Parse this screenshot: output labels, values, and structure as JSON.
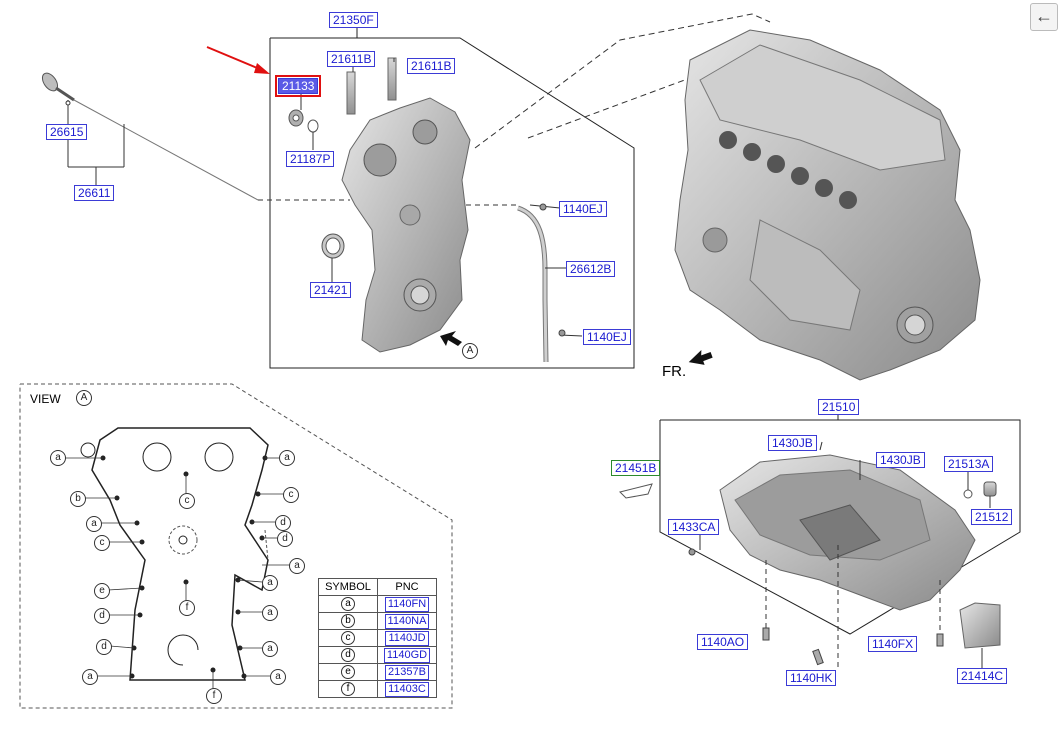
{
  "header": {
    "back_icon": "back-arrow-icon",
    "back_glyph": "←"
  },
  "colors": {
    "label_blue": "#1a1ad0",
    "label_border": "#3b3bd6",
    "highlight": "#5a5ae6",
    "red": "#e01010",
    "green": "#2c8a2c"
  },
  "parts": {
    "p21350F": "21350F",
    "p21611B_a": "21611B",
    "p21611B_b": "21611B",
    "p21133": "21133",
    "p21187P": "21187P",
    "p26615": "26615",
    "p26611": "26611",
    "p1140EJ_a": "1140EJ",
    "p26612B": "26612B",
    "p21421": "21421",
    "p1140EJ_b": "1140EJ",
    "p21510": "21510",
    "p1430JB_a": "1430JB",
    "p1430JB_b": "1430JB",
    "p21451B": "21451B",
    "p21513A": "21513A",
    "p21512": "21512",
    "p1433CA": "1433CA",
    "p1140AO": "1140AO",
    "p1140FX": "1140FX",
    "p1140HK": "1140HK",
    "p21414C": "21414C"
  },
  "view": {
    "label": "VIEW",
    "marker": "A"
  },
  "markers": {
    "a": "a",
    "b": "b",
    "c": "c",
    "d": "d",
    "e": "e",
    "f": "f"
  },
  "fr_label": "FR.",
  "view_marker_top": "A",
  "table": {
    "headers": [
      "SYMBOL",
      "PNC"
    ],
    "rows": [
      {
        "symbol": "a",
        "pnc": "1140FN"
      },
      {
        "symbol": "b",
        "pnc": "1140NA"
      },
      {
        "symbol": "c",
        "pnc": "1140JD"
      },
      {
        "symbol": "d",
        "pnc": "1140GD"
      },
      {
        "symbol": "e",
        "pnc": "21357B"
      },
      {
        "symbol": "f",
        "pnc": "11403C"
      }
    ]
  }
}
